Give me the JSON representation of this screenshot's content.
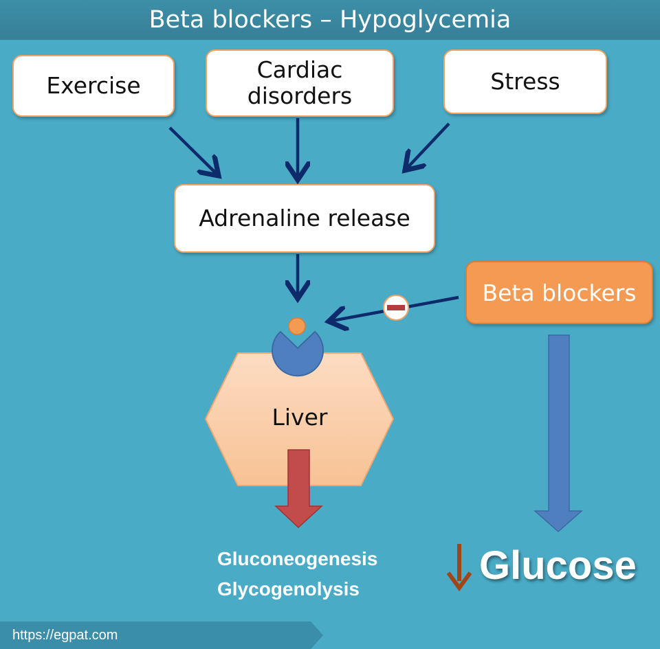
{
  "title": "Beta blockers – Hypoglycemia",
  "nodes": {
    "exercise": "Exercise",
    "cardiac_line1": "Cardiac",
    "cardiac_line2": "disorders",
    "stress": "Stress",
    "adrenaline": "Adrenaline release",
    "beta_blockers": "Beta blockers",
    "liver": "Liver"
  },
  "processes": [
    "Gluconeogenesis",
    "Glycogenolysis"
  ],
  "result": "Glucose",
  "footer_url": "https://egpat.com",
  "colors": {
    "background": "#4aabc6",
    "box_border": "#f2a263",
    "beta_box": "#f59a52",
    "arrow_navy": "#0d2a6b",
    "liver_arrow": "#c24b4b",
    "glucose_arrow": "#4f7fbf",
    "down_arrow": "#a0471a",
    "receptor": "#4f7fbf",
    "ligand": "#f59a52"
  },
  "icons": {
    "inhibition": "minus-circle-icon",
    "decrease": "down-arrow-icon"
  }
}
